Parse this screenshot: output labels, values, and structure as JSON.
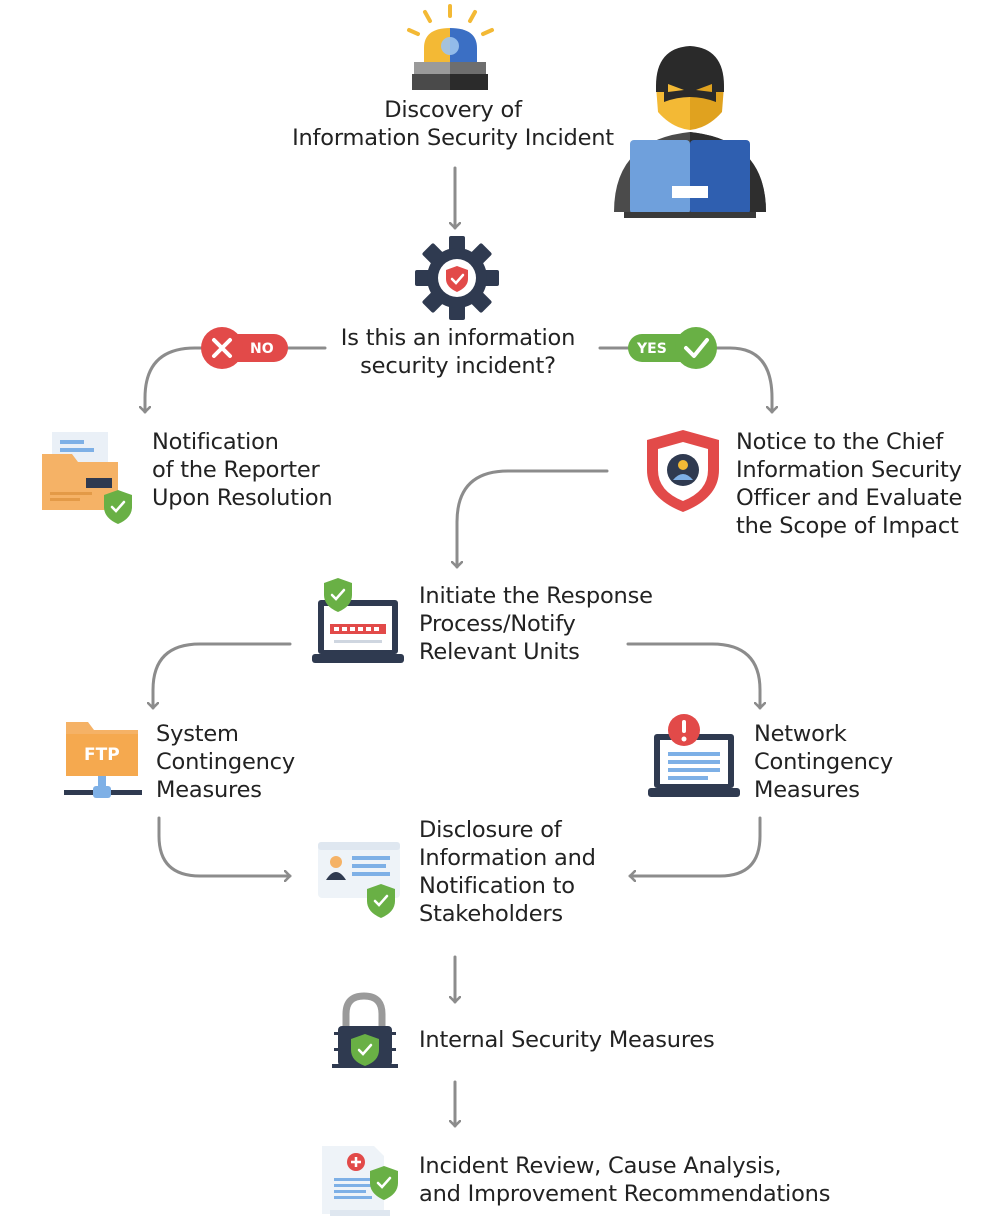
{
  "steps": {
    "discovery": "Discovery of\nInformation Security Incident",
    "decision": "Is this an information\nsecurity incident?",
    "notify_reporter": "Notification\nof the Reporter\nUpon Resolution",
    "notice_ciso": "Notice to the Chief\nInformation Security\nOfficer and Evaluate\nthe Scope of Impact",
    "initiate": "Initiate the Response\nProcess/Notify\nRelevant Units",
    "system": "System\nContingency\nMeasures",
    "network": "Network\nContingency\nMeasures",
    "disclosure": "Disclosure of\nInformation and\nNotification to\nStakeholders",
    "internal": "Internal Security Measures",
    "review": "Incident Review, Cause Analysis,\nand Improvement Recommendations"
  },
  "badges": {
    "no": "NO",
    "yes": "YES"
  },
  "ftp_label": "FTP",
  "icons": {
    "siren": "siren-icon",
    "hacker": "hacker-icon",
    "gear": "gear-shield-icon",
    "folder": "folder-shield-icon",
    "shield": "shield-user-icon",
    "laptop": "laptop-password-icon",
    "ftp": "ftp-server-icon",
    "alert": "laptop-alert-icon",
    "idcard": "id-card-icon",
    "lock": "padlock-icon",
    "report": "report-document-icon"
  },
  "colors": {
    "arrow": "#8c8c8c",
    "navy": "#2f3a50",
    "red": "#e24a49",
    "green": "#69b045",
    "orange": "#f5b266",
    "blue": "#3b6fc4",
    "light_blue": "#7eb0e6",
    "yellow": "#f3b935"
  }
}
